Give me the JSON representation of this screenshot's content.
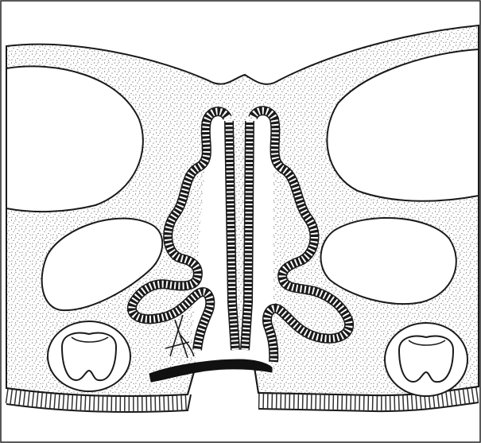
{
  "figure": {
    "kind": "line-drawing",
    "subject": "coronal section",
    "colors": {
      "ink": "#1a1a1a",
      "tissue_fill": "#ffffff",
      "background": "#ffffff",
      "frame": "#222222"
    },
    "textures": {
      "tissue": "stippled",
      "mucosa": "ribbed-hatching"
    },
    "labels": []
  }
}
